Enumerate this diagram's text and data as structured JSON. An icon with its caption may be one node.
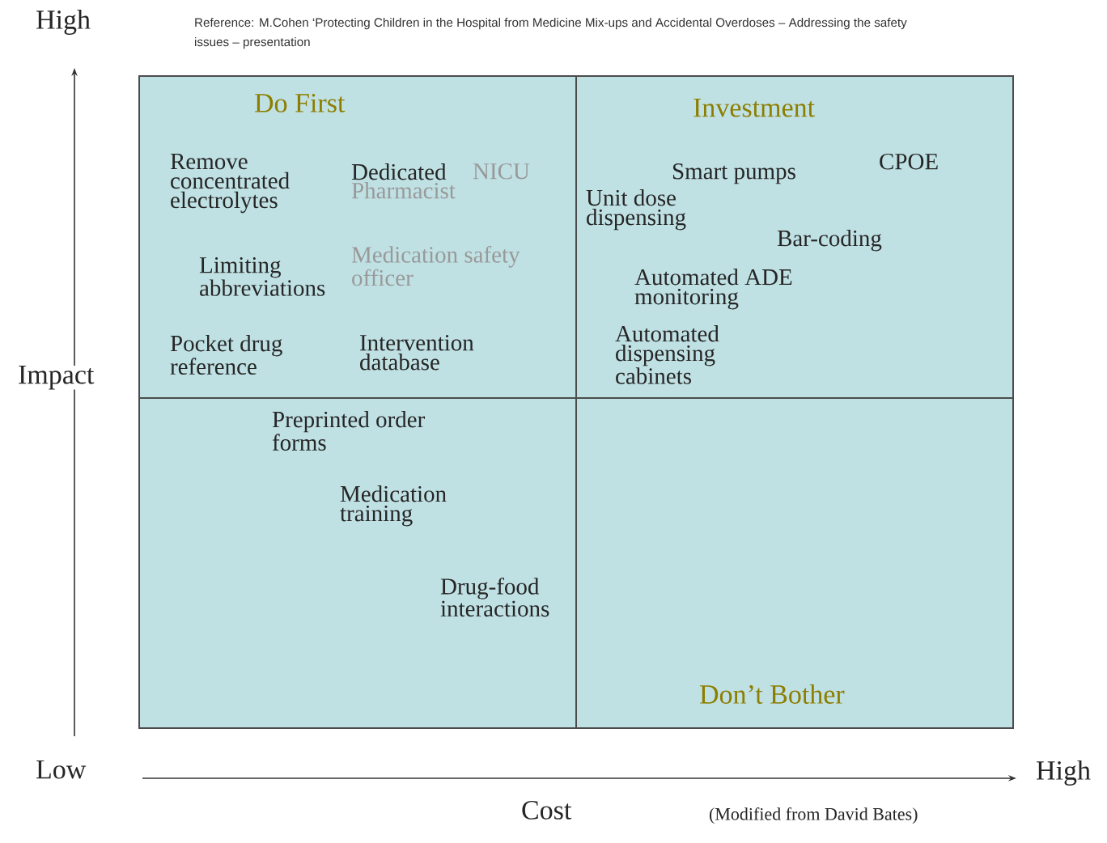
{
  "diagram": {
    "labels": [
      "Reference: M.Cohen ‘Protecting Children in the Hospital from Medicine Mix-ups and Accidental Overdoses – Addressing the safety issues – presentation",
      "High",
      "Do First",
      "Investment",
      "Remove concentrated electrolytes",
      "Dedicated",
      "NICU Pharmacist",
      "Unit dose dispensing",
      "Smart pumps",
      "CPOE",
      "Medication safety officer",
      "Limiting abbreviations",
      "Bar-coding",
      "Automated ADE monitoring",
      "Pocket drug reference",
      "Intervention database",
      "Automated dispensing cabinets",
      "Impact",
      "Preprinted order forms",
      "Medication training",
      "Drug-food interactions",
      "Don’t Bother",
      "Low",
      "High",
      "Cost",
      "(Modified from David Bates)"
    ]
  }
}
